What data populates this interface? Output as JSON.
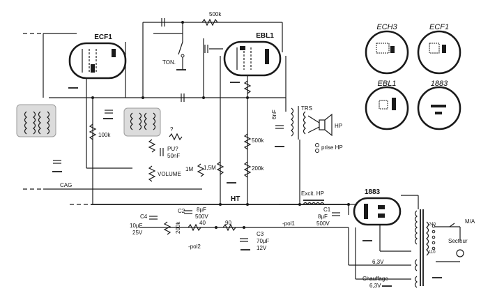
{
  "tubes": {
    "ecf1": "ECF1",
    "ebl1": "EBL1",
    "rect": "1883"
  },
  "sockets": [
    {
      "label": "ECH3"
    },
    {
      "label": "ECF1"
    },
    {
      "label": "EBL1"
    },
    {
      "label": "1883"
    }
  ],
  "labels": {
    "r500k_top": "500k",
    "ton": "TON.",
    "r100k": "100k",
    "cag": "CAG",
    "question": "?",
    "pu": "PU?",
    "c50nf": "50nF",
    "volume": "VOLUME",
    "r1m": "1M",
    "r1_5m": "1,5M",
    "r500k": "500k",
    "r200k": "200k",
    "c6nf": "6nF",
    "trs": "TRS",
    "hp": "HP",
    "prise_hp": "prise HP",
    "ht": "HT",
    "excit_hp": "Excit. HP",
    "c4": "C4",
    "c4_val1": "10µF",
    "c4_val2": "25V",
    "r200k_b": "200k",
    "c2": "C2",
    "c2_val1": "8µF",
    "c2_val2": "500V",
    "r40": "40",
    "r90": "90",
    "pol2": "-pol2",
    "pol1": "-pol1",
    "c1": "C1",
    "c1_val1": "8µF",
    "c1_val2": "500V",
    "c3": "C3",
    "c3_val1": "70µF",
    "c3_val2": "12V",
    "v6_3a": "6,3V",
    "chauffage": "Chauffage",
    "v6_3b": "6,3V",
    "t240": "240",
    "t110": "110",
    "ma": "M/A",
    "secteur": "Secteur"
  }
}
